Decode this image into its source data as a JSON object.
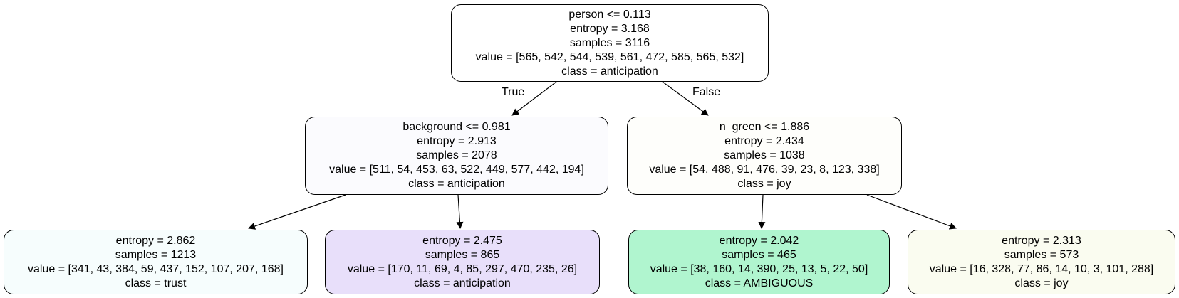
{
  "tree": {
    "root": {
      "lines": [
        "person <= 0.113",
        "entropy = 3.168",
        "samples = 3116",
        "value = [565, 542, 544, 539, 561, 472, 585, 565, 532]",
        "class = anticipation"
      ],
      "fill": "#ffffff"
    },
    "left": {
      "lines": [
        "background <= 0.981",
        "entropy = 2.913",
        "samples = 2078",
        "value = [511, 54, 453, 63, 522, 449, 577, 442, 194]",
        "class = anticipation"
      ],
      "fill": "#fbfbfe"
    },
    "right": {
      "lines": [
        "n_green <= 1.886",
        "entropy = 2.434",
        "samples = 1038",
        "value = [54, 488, 91, 476, 39, 23, 8, 123, 338]",
        "class = joy"
      ],
      "fill": "#fefefb"
    },
    "left_left": {
      "lines": [
        "entropy = 2.862",
        "samples = 1213",
        "value = [341, 43, 384, 59, 437, 152, 107, 207, 168]",
        "class = trust"
      ],
      "fill": "#f6fdfd"
    },
    "left_right": {
      "lines": [
        "entropy = 2.475",
        "samples = 865",
        "value = [170, 11, 69, 4, 85, 297, 470, 235, 26]",
        "class = anticipation"
      ],
      "fill": "#e8dffa"
    },
    "right_left": {
      "lines": [
        "entropy = 2.042",
        "samples = 465",
        "value = [38, 160, 14, 390, 25, 13, 5, 22, 50]",
        "class = AMBIGUOUS"
      ],
      "fill": "#b0f5cf"
    },
    "right_right": {
      "lines": [
        "entropy = 2.313",
        "samples = 573",
        "value = [16, 328, 77, 86, 14, 10, 3, 101, 288]",
        "class = joy"
      ],
      "fill": "#fafcf0"
    }
  },
  "edge_labels": {
    "true": "True",
    "false": "False"
  },
  "colors": {
    "edge": "#000000",
    "border": "#000000"
  }
}
